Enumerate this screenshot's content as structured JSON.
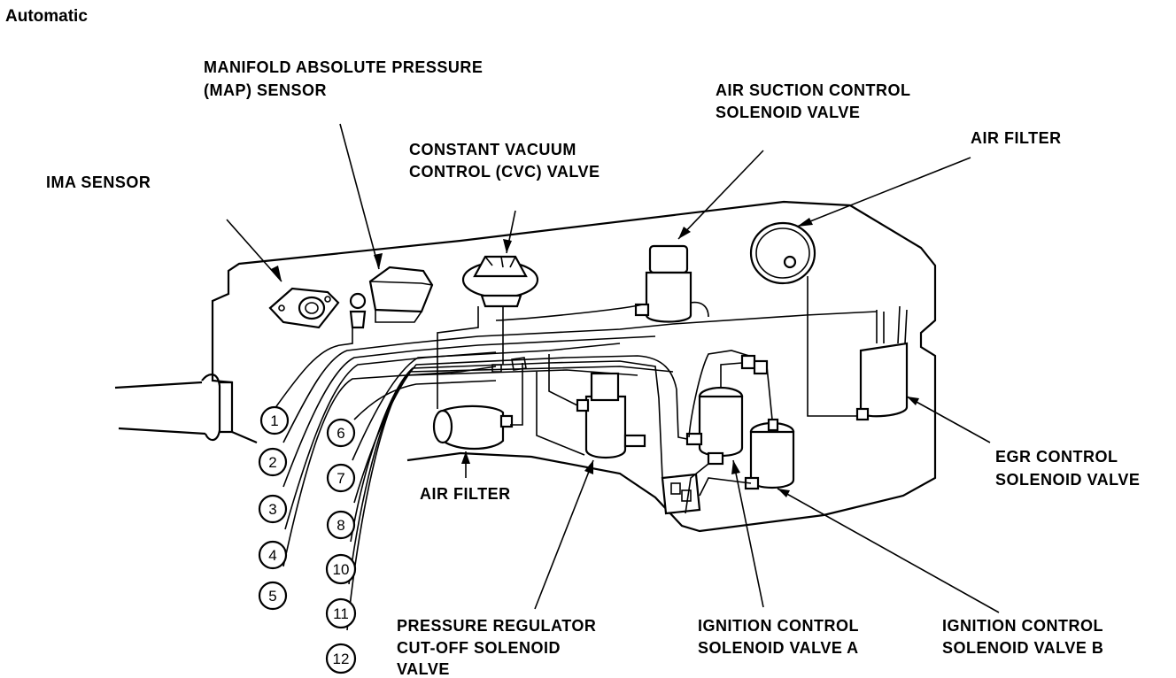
{
  "heading": "Automatic",
  "labels": {
    "map_sensor": [
      "MANIFOLD ABSOLUTE PRESSURE",
      "(MAP) SENSOR"
    ],
    "ima_sensor": [
      "IMA SENSOR"
    ],
    "cvc_valve": [
      "CONSTANT VACUUM",
      "CONTROL (CVC) VALVE"
    ],
    "air_suction": [
      "AIR SUCTION CONTROL",
      "SOLENOID VALVE"
    ],
    "air_filter_top": [
      "AIR FILTER"
    ],
    "egr_valve": [
      "EGR CONTROL",
      "SOLENOID VALVE"
    ],
    "air_filter_bottom": [
      "AIR FILTER"
    ],
    "pressure_regulator": [
      "PRESSURE REGULATOR",
      "CUT-OFF SOLENOID",
      "VALVE"
    ],
    "ignition_a": [
      "IGNITION CONTROL",
      "SOLENOID VALVE A"
    ],
    "ignition_b": [
      "IGNITION CONTROL",
      "SOLENOID VALVE B"
    ]
  },
  "hose_numbers": [
    "1",
    "2",
    "3",
    "4",
    "5",
    "6",
    "7",
    "8",
    "10",
    "11",
    "12"
  ]
}
